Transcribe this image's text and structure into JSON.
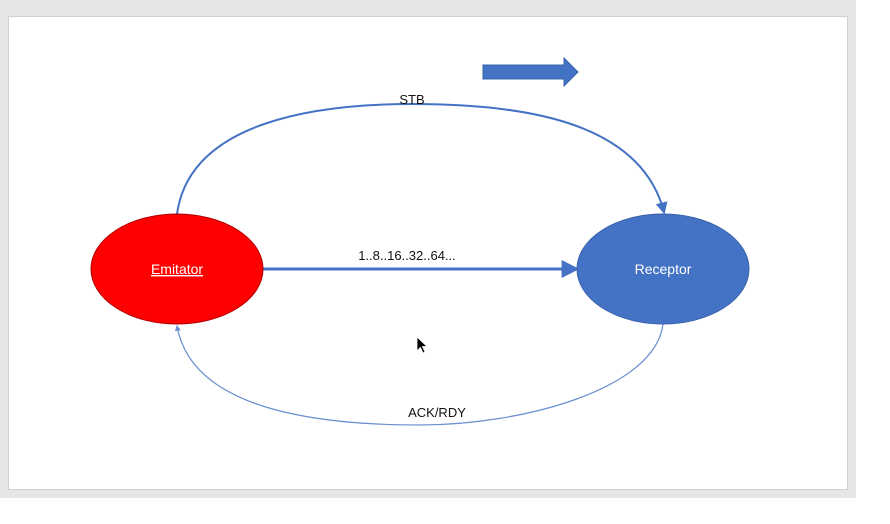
{
  "diagram": {
    "nodes": {
      "emitter": {
        "label": "Emitator",
        "color": "#ff0000"
      },
      "receiver": {
        "label": "Receptor",
        "color": "#4472c4"
      }
    },
    "edges": {
      "strobe": {
        "label": "STB"
      },
      "data": {
        "label": "1..8..16..32..64..."
      },
      "ack": {
        "label": "ACK/RDY"
      }
    },
    "colors": {
      "arrow": "#4472c4",
      "block_arrow": "#4472c4"
    }
  }
}
